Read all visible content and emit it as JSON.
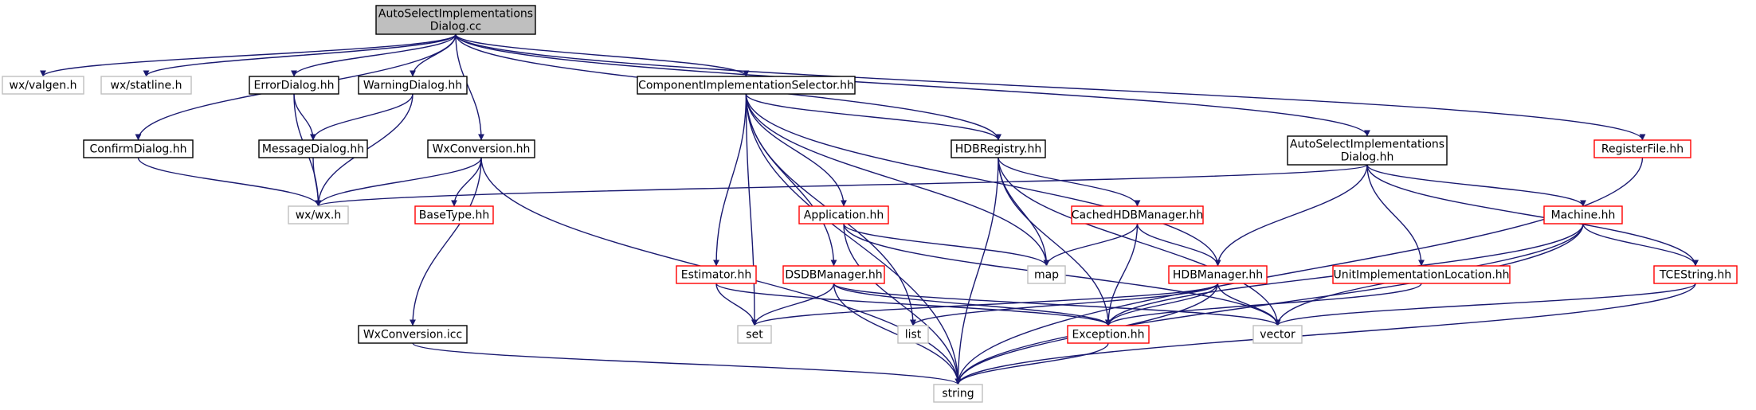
{
  "colors": {
    "edge": "#191970",
    "box_documented": "#000000",
    "box_undocumented": "#bfbfbf",
    "box_incomplete": "#ff0000",
    "box_root_fill": "#bfbfbf",
    "box_fill": "#ffffff"
  },
  "nodes": [
    {
      "id": "root",
      "lines": [
        "AutoSelectImplementations",
        "Dialog.cc"
      ],
      "kind": "root"
    },
    {
      "id": "valgen",
      "lines": [
        "wx/valgen.h"
      ],
      "kind": "undocumented"
    },
    {
      "id": "statline",
      "lines": [
        "wx/statline.h"
      ],
      "kind": "undocumented"
    },
    {
      "id": "errordialog",
      "lines": [
        "ErrorDialog.hh"
      ],
      "kind": "documented"
    },
    {
      "id": "warningdialog",
      "lines": [
        "WarningDialog.hh"
      ],
      "kind": "documented"
    },
    {
      "id": "cis",
      "lines": [
        "ComponentImplementationSelector.hh"
      ],
      "kind": "documented"
    },
    {
      "id": "asidhh",
      "lines": [
        "AutoSelectImplementations",
        "Dialog.hh"
      ],
      "kind": "documented"
    },
    {
      "id": "registerfile",
      "lines": [
        "RegisterFile.hh"
      ],
      "kind": "incomplete"
    },
    {
      "id": "confirmdialog",
      "lines": [
        "ConfirmDialog.hh"
      ],
      "kind": "documented"
    },
    {
      "id": "messagedialog",
      "lines": [
        "MessageDialog.hh"
      ],
      "kind": "documented"
    },
    {
      "id": "wxconversion",
      "lines": [
        "WxConversion.hh"
      ],
      "kind": "documented"
    },
    {
      "id": "hdbregistry",
      "lines": [
        "HDBRegistry.hh"
      ],
      "kind": "documented"
    },
    {
      "id": "wxwx",
      "lines": [
        "wx/wx.h"
      ],
      "kind": "undocumented"
    },
    {
      "id": "basetype",
      "lines": [
        "BaseType.hh"
      ],
      "kind": "incomplete"
    },
    {
      "id": "application",
      "lines": [
        "Application.hh"
      ],
      "kind": "incomplete"
    },
    {
      "id": "cachedhdb",
      "lines": [
        "CachedHDBManager.hh"
      ],
      "kind": "incomplete"
    },
    {
      "id": "machine",
      "lines": [
        "Machine.hh"
      ],
      "kind": "incomplete"
    },
    {
      "id": "estimator",
      "lines": [
        "Estimator.hh"
      ],
      "kind": "incomplete"
    },
    {
      "id": "dsdb",
      "lines": [
        "DSDBManager.hh"
      ],
      "kind": "incomplete"
    },
    {
      "id": "map",
      "lines": [
        "map"
      ],
      "kind": "undocumented"
    },
    {
      "id": "hdbmanager",
      "lines": [
        "HDBManager.hh"
      ],
      "kind": "incomplete"
    },
    {
      "id": "uil",
      "lines": [
        "UnitImplementationLocation.hh"
      ],
      "kind": "incomplete"
    },
    {
      "id": "tcestring",
      "lines": [
        "TCEString.hh"
      ],
      "kind": "incomplete"
    },
    {
      "id": "set",
      "lines": [
        "set"
      ],
      "kind": "undocumented"
    },
    {
      "id": "list",
      "lines": [
        "list"
      ],
      "kind": "undocumented"
    },
    {
      "id": "exception",
      "lines": [
        "Exception.hh"
      ],
      "kind": "incomplete"
    },
    {
      "id": "vector",
      "lines": [
        "vector"
      ],
      "kind": "undocumented"
    },
    {
      "id": "wxconvicc",
      "lines": [
        "WxConversion.icc"
      ],
      "kind": "documented"
    },
    {
      "id": "string",
      "lines": [
        "string"
      ],
      "kind": "undocumented"
    }
  ],
  "edges": [
    {
      "from": "root",
      "to": "valgen"
    },
    {
      "from": "root",
      "to": "statline"
    },
    {
      "from": "root",
      "to": "errordialog"
    },
    {
      "from": "root",
      "to": "warningdialog"
    },
    {
      "from": "root",
      "to": "confirmdialog"
    },
    {
      "from": "root",
      "to": "wxconversion"
    },
    {
      "from": "root",
      "to": "cis"
    },
    {
      "from": "root",
      "to": "hdbregistry"
    },
    {
      "from": "root",
      "to": "asidhh"
    },
    {
      "from": "root",
      "to": "registerfile"
    },
    {
      "from": "errordialog",
      "to": "messagedialog"
    },
    {
      "from": "errordialog",
      "to": "wxwx"
    },
    {
      "from": "warningdialog",
      "to": "messagedialog"
    },
    {
      "from": "warningdialog",
      "to": "wxwx"
    },
    {
      "from": "messagedialog",
      "to": "wxwx"
    },
    {
      "from": "confirmdialog",
      "to": "wxwx"
    },
    {
      "from": "wxconversion",
      "to": "wxwx"
    },
    {
      "from": "wxconversion",
      "to": "basetype"
    },
    {
      "from": "wxconversion",
      "to": "wxconvicc"
    },
    {
      "from": "wxconversion",
      "to": "string"
    },
    {
      "from": "wxconvicc",
      "to": "string"
    },
    {
      "from": "cis",
      "to": "string"
    },
    {
      "from": "cis",
      "to": "set"
    },
    {
      "from": "cis",
      "to": "estimator"
    },
    {
      "from": "cis",
      "to": "dsdb"
    },
    {
      "from": "cis",
      "to": "list"
    },
    {
      "from": "cis",
      "to": "application"
    },
    {
      "from": "cis",
      "to": "map"
    },
    {
      "from": "cis",
      "to": "hdbregistry"
    },
    {
      "from": "cis",
      "to": "hdbmanager"
    },
    {
      "from": "hdbregistry",
      "to": "string"
    },
    {
      "from": "hdbregistry",
      "to": "map"
    },
    {
      "from": "hdbregistry",
      "to": "exception"
    },
    {
      "from": "hdbregistry",
      "to": "cachedhdb"
    },
    {
      "from": "hdbregistry",
      "to": "vector"
    },
    {
      "from": "asidhh",
      "to": "wxwx"
    },
    {
      "from": "asidhh",
      "to": "hdbmanager"
    },
    {
      "from": "asidhh",
      "to": "uil"
    },
    {
      "from": "asidhh",
      "to": "machine"
    },
    {
      "from": "asidhh",
      "to": "tcestring"
    },
    {
      "from": "registerfile",
      "to": "string"
    },
    {
      "from": "application",
      "to": "map"
    },
    {
      "from": "application",
      "to": "vector"
    },
    {
      "from": "application",
      "to": "string"
    },
    {
      "from": "cachedhdb",
      "to": "map"
    },
    {
      "from": "cachedhdb",
      "to": "hdbmanager"
    },
    {
      "from": "cachedhdb",
      "to": "exception"
    },
    {
      "from": "estimator",
      "to": "set"
    },
    {
      "from": "estimator",
      "to": "exception"
    },
    {
      "from": "dsdb",
      "to": "set"
    },
    {
      "from": "dsdb",
      "to": "string"
    },
    {
      "from": "dsdb",
      "to": "exception"
    },
    {
      "from": "dsdb",
      "to": "vector"
    },
    {
      "from": "hdbmanager",
      "to": "set"
    },
    {
      "from": "hdbmanager",
      "to": "list"
    },
    {
      "from": "hdbmanager",
      "to": "exception"
    },
    {
      "from": "hdbmanager",
      "to": "vector"
    },
    {
      "from": "hdbmanager",
      "to": "string"
    },
    {
      "from": "uil",
      "to": "exception"
    },
    {
      "from": "machine",
      "to": "exception"
    },
    {
      "from": "machine",
      "to": "vector"
    },
    {
      "from": "machine",
      "to": "string"
    },
    {
      "from": "machine",
      "to": "tcestring"
    },
    {
      "from": "tcestring",
      "to": "vector"
    },
    {
      "from": "tcestring",
      "to": "string"
    },
    {
      "from": "exception",
      "to": "string"
    }
  ]
}
